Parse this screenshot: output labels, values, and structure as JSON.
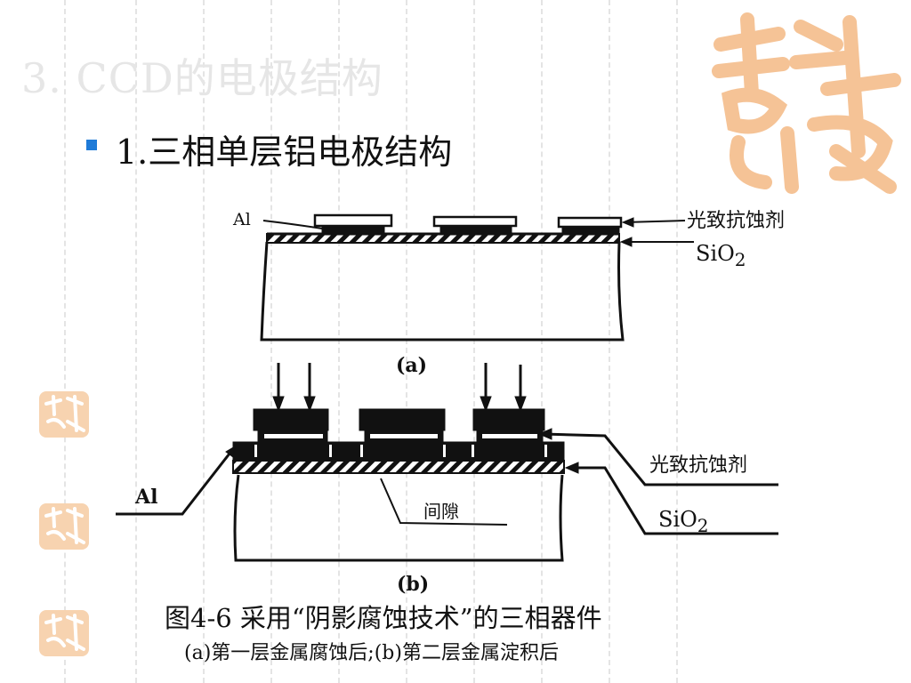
{
  "slide": {
    "title": "3. CCD的电极结构",
    "bullet_heading": "1.三相单层铝电极结构"
  },
  "diagram_a": {
    "label_al": "Al",
    "label_photoresist": "光致抗蚀剂",
    "label_sio2_main": "SiO",
    "label_sio2_sub": "2",
    "panel_label": "(a)"
  },
  "diagram_b": {
    "label_al": "Al",
    "label_photoresist": "光致抗蚀剂",
    "label_gap": "间隙",
    "label_sio2_main": "SiO",
    "label_sio2_sub": "2",
    "panel_label": "(b)"
  },
  "figure": {
    "caption": "图4-6 采用“阴影腐蚀技术”的三相器件",
    "subcaption": "(a)第一层金属腐蚀后;(b)第二层金属淀积后"
  },
  "colors": {
    "accent_bullet": "#1f7bd8",
    "logo_orange": "#f5c396",
    "title_gray": "#e6e6e6"
  }
}
